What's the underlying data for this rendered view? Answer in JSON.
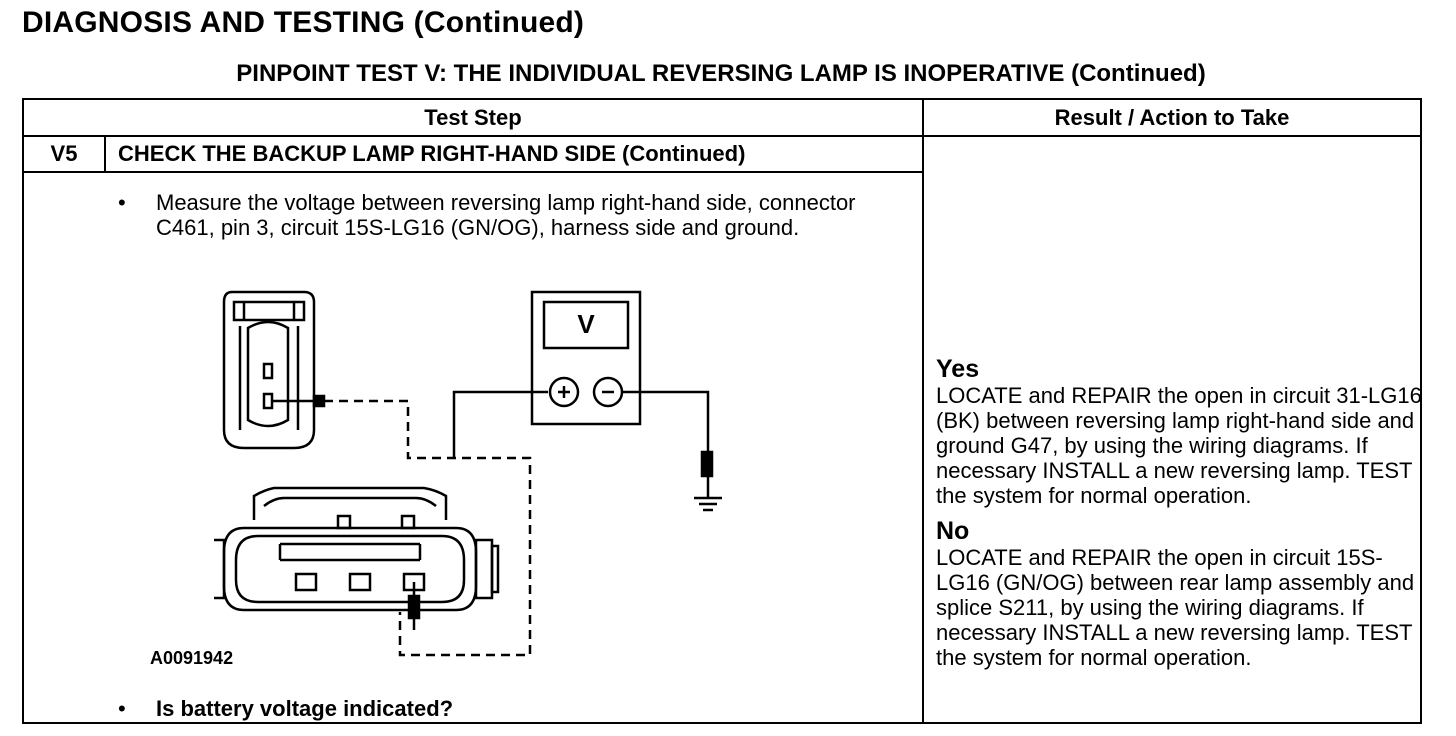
{
  "page": {
    "heading": "DIAGNOSIS AND TESTING (Continued)",
    "test_title": "PINPOINT TEST V: THE INDIVIDUAL REVERSING LAMP IS INOPERATIVE (Continued)"
  },
  "table": {
    "headers": {
      "test_step": "Test Step",
      "result_action": "Result / Action to Take"
    },
    "step": {
      "id": "V5",
      "title": "CHECK THE BACKUP LAMP RIGHT-HAND SIDE (Continued)",
      "bullet": "•",
      "instruction": "Measure the voltage between reversing lamp right-hand side, connector C461, pin 3, circuit 15S-LG16 (GN/OG), harness side and ground.",
      "question": "Is battery voltage indicated?",
      "figure_id": "A0091942",
      "meter_label": "V"
    },
    "results": [
      {
        "label": "Yes",
        "text": "LOCATE and REPAIR the open in circuit 31-LG16 (BK) between reversing lamp right-hand side and ground G47, by using the wiring diagrams. If necessary INSTALL a new reversing lamp. TEST the system for normal operation."
      },
      {
        "label": "No",
        "text": "LOCATE and REPAIR the open in circuit 15S-LG16 (GN/OG) between rear lamp assembly and splice S211, by using the wiring diagrams. If necessary INSTALL a new reversing lamp. TEST the system for normal operation."
      }
    ]
  }
}
